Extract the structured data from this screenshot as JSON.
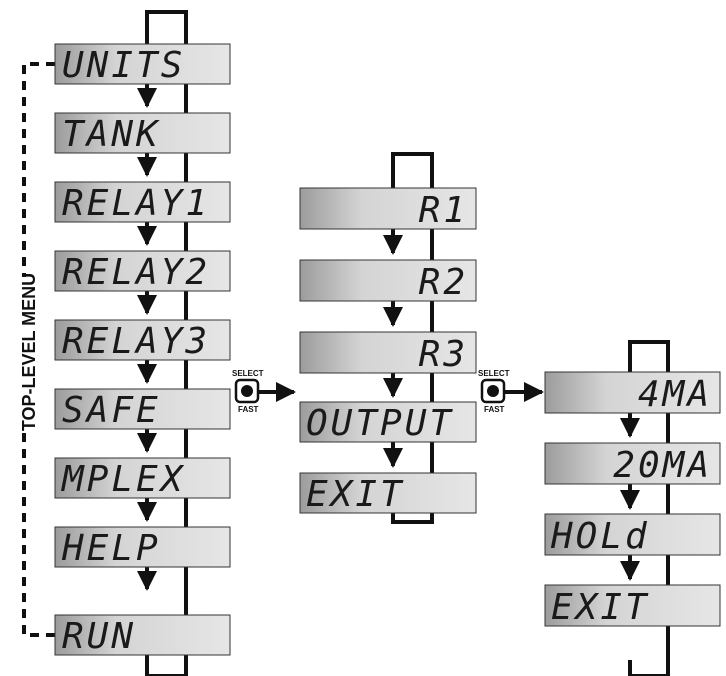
{
  "menus": {
    "top_level": {
      "label": "TOP-LEVEL MENU",
      "items": [
        "UNITS",
        "TANK",
        "RELAY1",
        "RELAY2",
        "RELAY3",
        "SAFE",
        "MPLEX",
        "HELP",
        "RUN"
      ]
    },
    "output": {
      "items": [
        "R1",
        "R2",
        "R3",
        "OUTPUT",
        "EXIT"
      ]
    },
    "ma": {
      "items": [
        "4MA",
        "20MA",
        "HOLd",
        "EXIT"
      ]
    }
  },
  "select_button": {
    "top": "SELECT",
    "bottom": "FAST"
  },
  "colors": {
    "box_light": "#e2e2e2",
    "box_dark": "#9c9c9c",
    "line": "#111111"
  }
}
